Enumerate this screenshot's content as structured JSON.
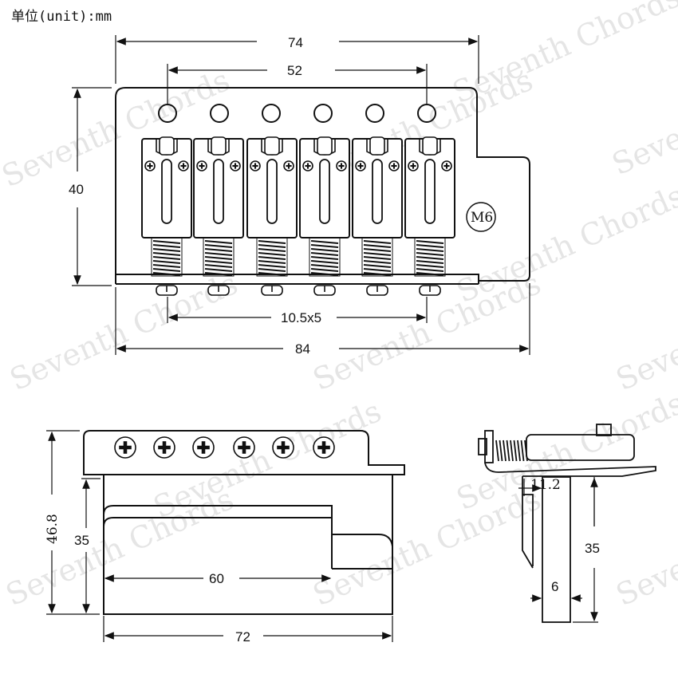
{
  "unit_label": "单位(unit):mm",
  "top_view": {
    "width_74": "74",
    "hole_span": "52",
    "height": "40",
    "screw_label": "M6",
    "spacing": "10.5x5",
    "base_width": "84"
  },
  "front_view": {
    "total_height": "46.8",
    "block_height": "35",
    "block_width": "60",
    "total_width": "72"
  },
  "side_view": {
    "offset": "11.2",
    "block_height": "35",
    "thickness": "6"
  },
  "watermark": "Seventh Chords",
  "colors": {
    "line": "#111111",
    "watermark": "#d0d0d0"
  }
}
